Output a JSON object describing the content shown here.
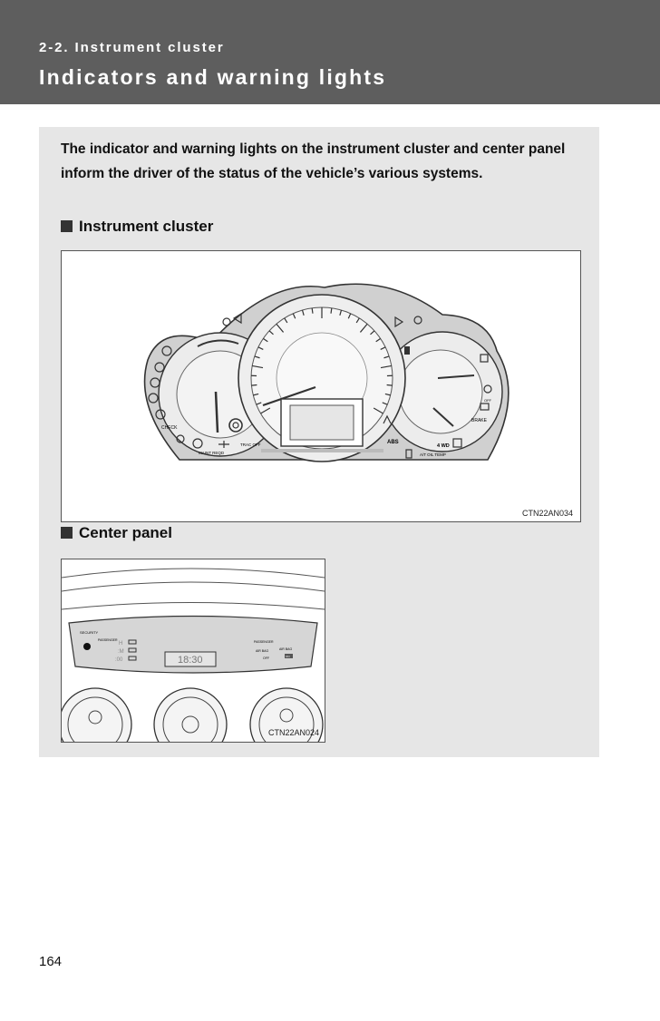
{
  "header": {
    "section": "2-2. Instrument cluster",
    "title": "Indicators and warning lights"
  },
  "intro": "The indicator and warning lights on the instrument cluster and center panel inform the driver of the status of the vehicle’s various systems.",
  "sections": [
    {
      "heading": "Instrument cluster",
      "figure_code": "CTN22AN034"
    },
    {
      "heading": "Center panel",
      "figure_code": "CTN22AN024"
    }
  ],
  "cluster_labels": {
    "check": "CHECK",
    "maint_reqd": "MAINT REQD",
    "trac_off": "TRAC OFF",
    "abs": "ABS",
    "at_oil_temp": "A/T OIL TEMP",
    "four_wd": "4 WD",
    "brake": "BRAKE",
    "off": "OFF"
  },
  "center_panel_labels": {
    "security": "SECURITY",
    "passenger_left": "PASSENGER",
    "h": "H",
    "m": ":M",
    "zero": ":00",
    "clock": "18:30",
    "passenger_right": "PASSENGER",
    "air_bag_1": "AIR BAG",
    "air_bag_2": "AIR BAG",
    "off": "OFF",
    "on": "ON"
  },
  "page_number": "164"
}
